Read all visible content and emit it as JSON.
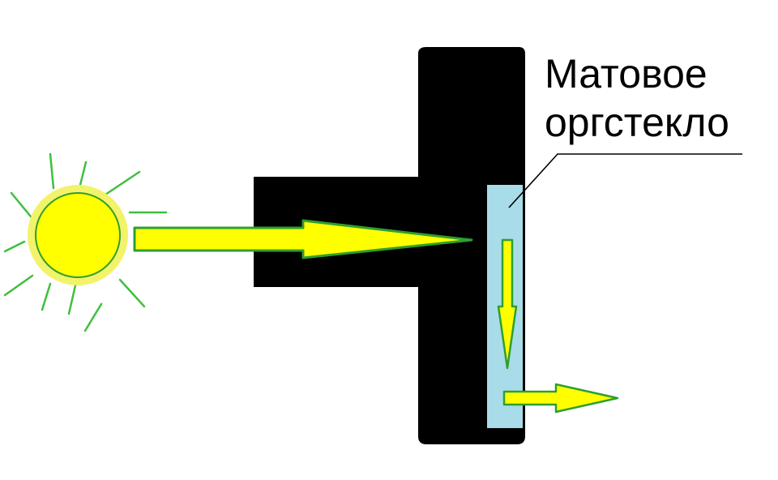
{
  "diagram": {
    "label": {
      "line1": "Матовое",
      "line2": "оргстекло"
    },
    "colors": {
      "background": "#ffffff",
      "body": "#000000",
      "sun_fill": "#ffff00",
      "sun_glow": "#f3f36a",
      "sun_outline": "#2e9f2e",
      "ray": "#3fbf3f",
      "arrow_fill": "#ffff00",
      "arrow_stroke": "#2e9f2e",
      "glass": "#a8dce8",
      "leader": "#000000"
    },
    "parts": {
      "sun": "sun-icon",
      "housing": "t-shaped-light-pipe",
      "panel": "matte-plexiglass-panel"
    }
  }
}
